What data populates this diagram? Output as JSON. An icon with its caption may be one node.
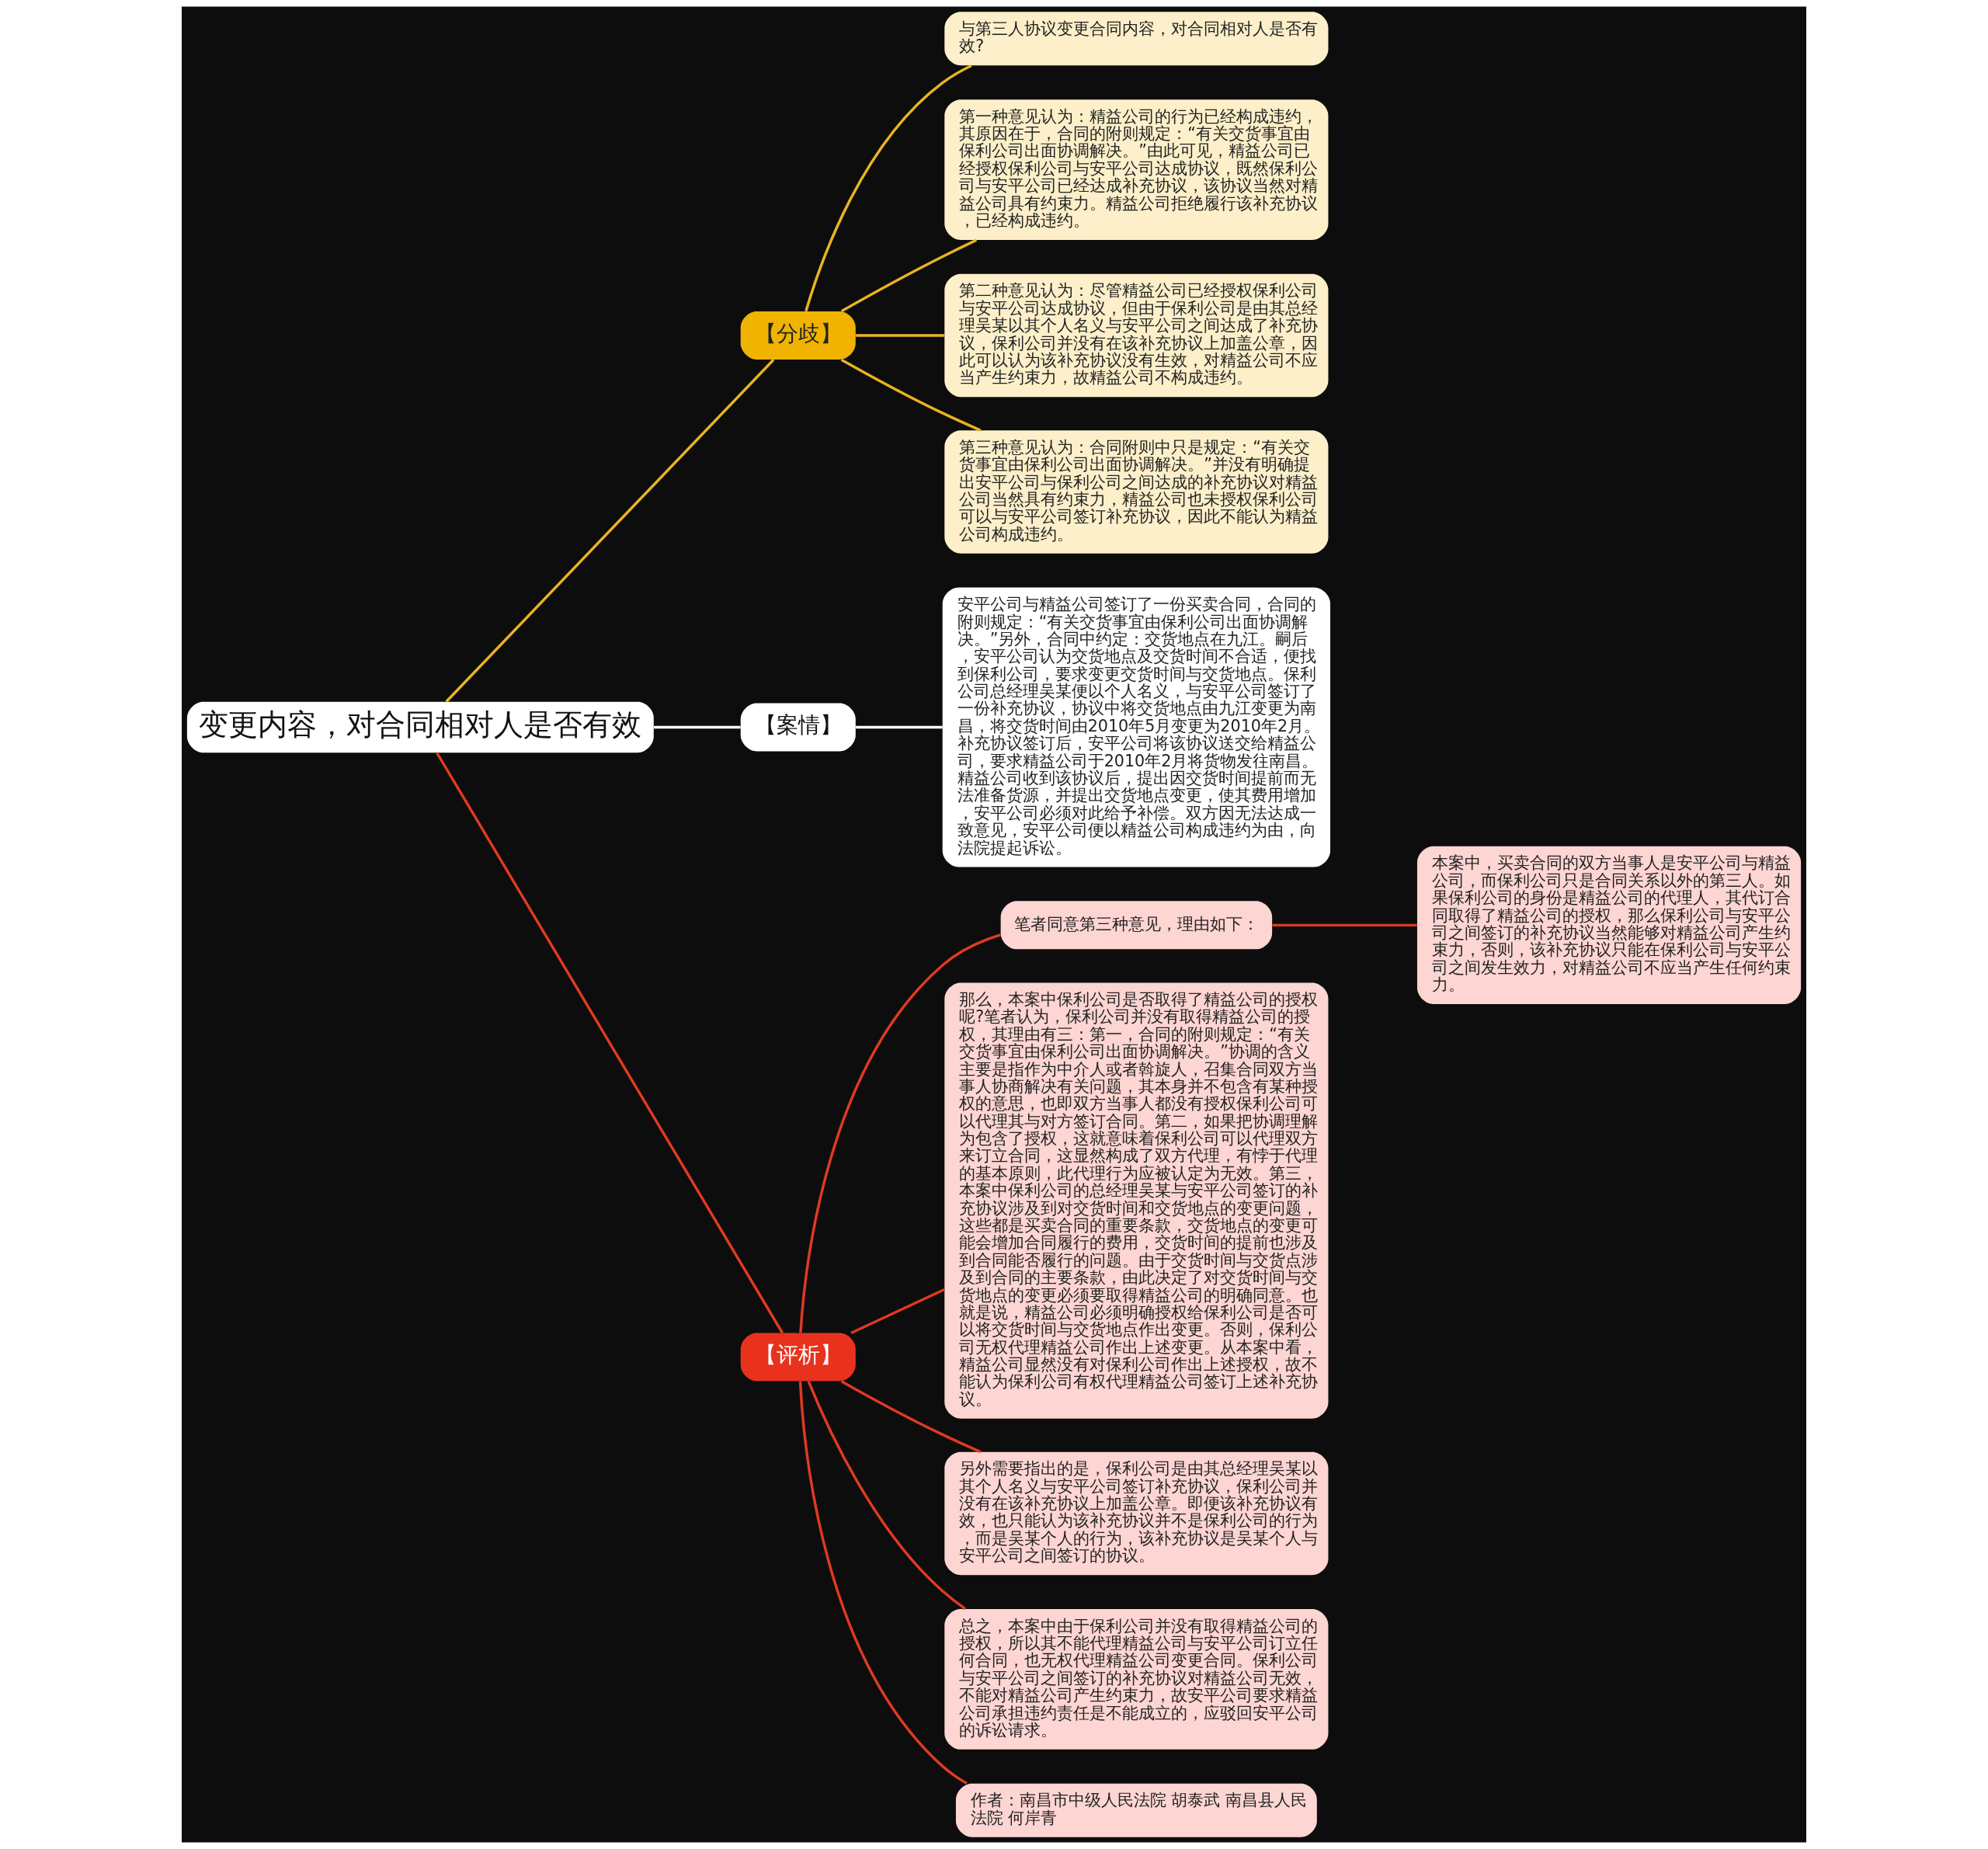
{
  "diagram": {
    "nodes": [
      {
        "text": [
          "变更内容，对合同相对人是否有效"
        ]
      },
      {
        "text": [
          "【分歧】"
        ]
      },
      {
        "text": [
          "与第三人协议变更合同内容，对合同相对人是否有效?"
        ]
      },
      {
        "text": [
          "第一种意见认为：精益公司的行为已经构成违约，其原因在于，合同的附则规定：“有关交货事宜由保利公司出面协调解决。”由此可见，精益公司已经授权保利公司与安平公司达成协议，既然保利公司与安平公司已经达成补充协议，该协议当然对精益公司具有约束力。精益公司拒绝履行该补充协议，已经构成违约。"
        ]
      },
      {
        "text": [
          "第二种意见认为：尽管精益公司已经授权保利公司与安平公司达成协议，但由于保利公司是由其总经理吴某以其个人名义与安平公司之间达成了补充协议，保利公司并没有在该补充协议上加盖公章，因此可以认为该补充协议没有生效，对精益公司不应当产生约束力，故精益公司不构成违约。"
        ]
      },
      {
        "text": [
          "第三种意见认为：合同附则中只是规定：“有关交货事宜由保利公司出面协调解决。”并没有明确提出安平公司与保利公司之间达成的补充协议对精益公司当然具有约束力，精益公司也未授权保利公司可以与安平公司签订补充协议，因此不能认为精益公司构成违约。"
        ]
      },
      {
        "text": [
          "【案情】"
        ]
      },
      {
        "text": [
          "安平公司与精益公司签订了一份买卖合同，合同的附则规定：“有关交货事宜由保利公司出面协调解决。”另外，合同中约定：交货地点在九江。嗣后，安平公司认为交货地点及交货时间不合适，便找到保利公司，要求变更交货时间与交货地点。保利公司总经理吴某便以个人名义，与安平公司签订了一份补充协议，协议中将交货地点由九江变更为南昌，将交货时间由2010年5月变更为2010年2月。补充协议签订后，安平公司将该协议送交给精益公司，要求精益公司于2010年2月将货物发往南昌。精益公司收到该协议后，提出因交货时间提前而无法准备货源，并提出交货地点变更，使其费用增加，安平公司必须对此给予补偿。双方因无法达成一致意见，安平公司便以精益公司构成违约为由，向法院提起诉讼。"
        ]
      },
      {
        "text": [
          "【评析】"
        ]
      },
      {
        "text": [
          "笔者同意第三种意见，理由如下："
        ]
      },
      {
        "text": [
          "本案中，买卖合同的双方当事人是安平公司与精益公司，而保利公司只是合同关系以外的第三人。如果保利公司的身份是精益公司的代理人，其代订合同取得了精益公司的授权，那么保利公司与安平公司之间签订的补充协议当然能够对精益公司产生约束力，否则，该补充协议只能在保利公司与安平公司之间发生效力，对精益公司不应当产生任何约束力。"
        ]
      },
      {
        "text": [
          "那么，本案中保利公司是否取得了精益公司的授权呢?笔者认为，保利公司并没有取得精益公司的授权，其理由有三：第一，合同的附则规定：“有关交货事宜由保利公司出面协调解决。”协调的含义主要是指作为中介人或者斡旋人，召集合同双方当事人协商解决有关问题，其本身并不包含有某种授权的意思，也即双方当事人都没有授权保利公司可以代理其与对方签订合同。第二，如果把协调理解为包含了授权，这就意味着保利公司可以代理双方来订立合同，这显然构成了双方代理，有悖于代理的基本原则，此代理行为应被认定为无效。第三，本案中保利公司的总经理吴某与安平公司签订的补充协议涉及到对交货时间和交货地点的变更问题，这些都是买卖合同的重要条款，交货地点的变更可能会增加合同履行的费用，交货时间的提前也涉及到合同能否履行的问题。由于交货时间与交货点涉及到合同的主要条款，由此决定了对交货时间与交货地点的变更必须要取得精益公司的明确同意。也就是说，精益公司必须明确授权给保利公司是否可以将交货时间与交货地点作出变更。否则，保利公司无权代理精益公司作出上述变更。从本案中看，精益公司显然没有对保利公司作出上述授权，故不能认为保利公司有权代理精益公司签订上述补充协议。"
        ]
      },
      {
        "text": [
          "另外需要指出的是，保利公司是由其总经理吴某以其个人名义与安平公司签订补充协议，保利公司并没有在该补充协议上加盖公章。即便该补充协议有效，也只能认为该补充协议并不是保利公司的行为，而是吴某个人的行为，该补充协议是吴某个人与安平公司之间签订的协议。"
        ]
      },
      {
        "text": [
          "总之，本案中由于保利公司并没有取得精益公司的授权，所以其不能代理精益公司与安平公司订立任何合同，也无权代理精益公司变更合同。保利公司与安平公司之间签订的补充协议对精益公司无效，不能对精益公司产生约束力，故安平公司要求精益公司承担违约责任是不能成立的，应驳回安平公司的诉讼请求。"
        ]
      },
      {
        "text": [
          "作者：南昌市中级人民法院 胡泰武 南昌县人民法院 何岸青"
        ]
      }
    ],
    "edges": [
      {
        "from": 0,
        "to": 1,
        "arrow": "none",
        "color": "#e8b422"
      },
      {
        "from": 1,
        "to": 2,
        "arrow": "none",
        "color": "#e8b422"
      },
      {
        "from": 1,
        "to": 3,
        "arrow": "none",
        "color": "#e8b422"
      },
      {
        "from": 1,
        "to": 4,
        "arrow": "none",
        "color": "#e8b422"
      },
      {
        "from": 1,
        "to": 5,
        "arrow": "none",
        "color": "#e8b422"
      },
      {
        "from": 0,
        "to": 6,
        "arrow": "none",
        "color": "#ffffff"
      },
      {
        "from": 6,
        "to": 7,
        "arrow": "none",
        "color": "#ffffff"
      },
      {
        "from": 0,
        "to": 8,
        "arrow": "none"
      },
      {
        "from": 8,
        "to": 9,
        "arrow": "none"
      },
      {
        "from": 9,
        "to": 10,
        "arrow": "none"
      },
      {
        "from": 8,
        "to": 11,
        "arrow": "none"
      },
      {
        "from": 8,
        "to": 12,
        "arrow": "none"
      },
      {
        "from": 8,
        "to": 13,
        "arrow": "none"
      },
      {
        "from": 8,
        "to": 14,
        "arrow": "none"
      }
    ]
  }
}
